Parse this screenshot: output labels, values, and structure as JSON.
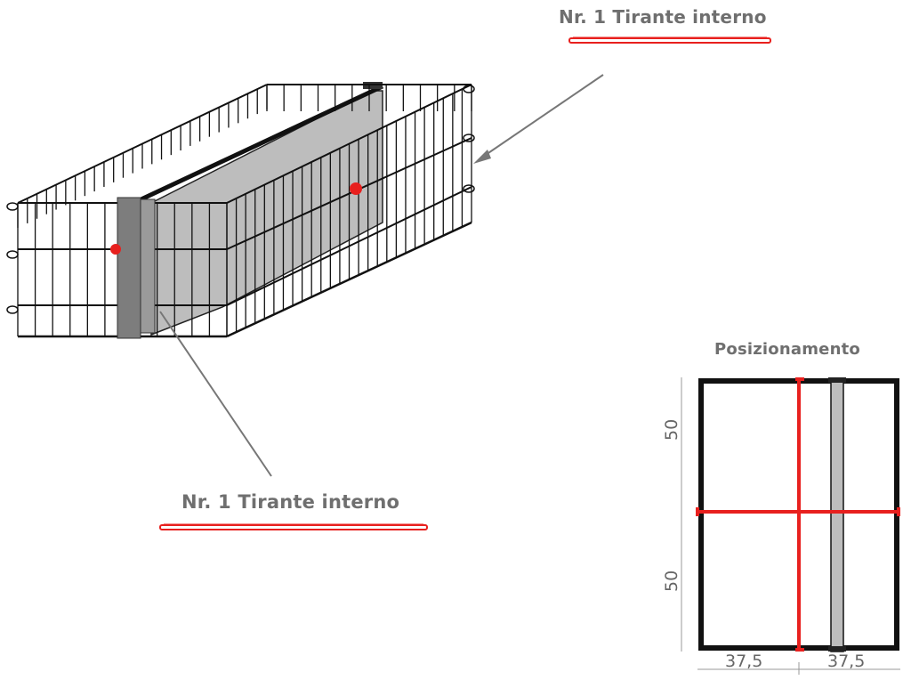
{
  "labels": {
    "tie_top": "Nr. 1 Tirante interno",
    "tie_bottom": "Nr. 1 Tirante interno",
    "positioning_title": "Posizionamento"
  },
  "dimensions": {
    "height_top": "50",
    "height_bottom": "50",
    "width_left": "37,5",
    "width_right": "37,5"
  },
  "colors": {
    "tie_red": "#e8201e",
    "wire": "#111111",
    "panel_gray": "#bfbfbf",
    "post_gray": "#7a7a7a",
    "leader_gray": "#777777",
    "text_gray": "#6f6f6f"
  }
}
